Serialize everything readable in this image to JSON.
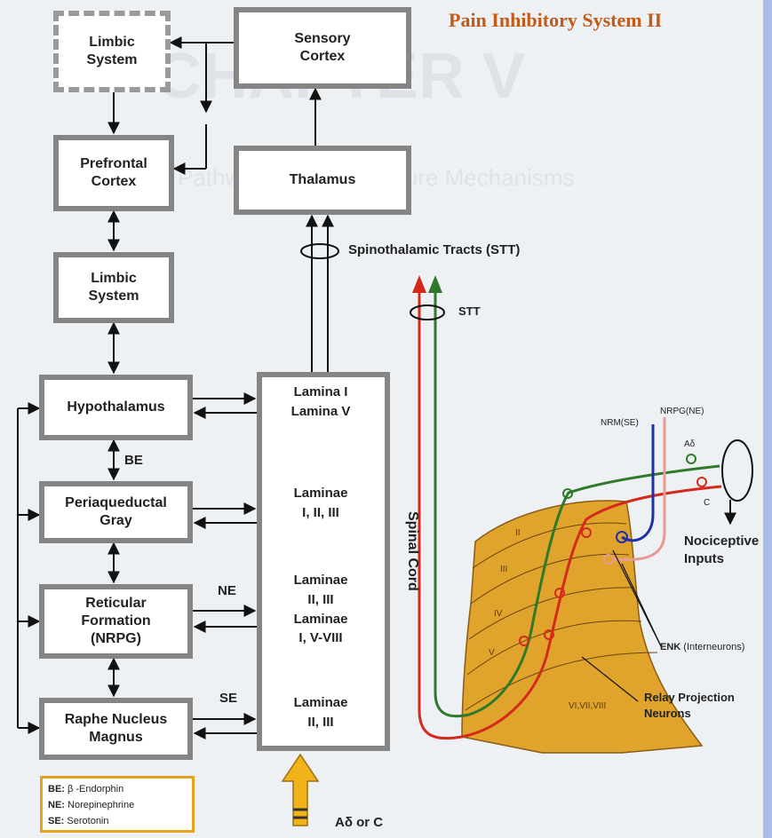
{
  "title": "Pain Inhibitory System II",
  "boxes": {
    "limbic_top": "Limbic\nSystem",
    "sensory_cortex": "Sensory\nCortex",
    "prefrontal": "Prefrontal\nCortex",
    "thalamus": "Thalamus",
    "limbic": "Limbic\nSystem",
    "hypothalamus": "Hypothalamus",
    "pag": "Periaqueductal\nGray",
    "reticular": "Reticular\nFormation\n(NRPG)",
    "raphe": "Raphe Nucleus\nMagnus"
  },
  "cord": {
    "label": "Spinal Cord",
    "lam1": "Lamina I\nLamina V",
    "lam2": "Laminae\nI, II, III",
    "lam3": "Laminae\nII, III\nLaminae\nI, V-VIII",
    "lam4": "Laminae\nII, III"
  },
  "labels": {
    "stt_long": "Spinothalamic Tracts (STT)",
    "stt": "STT",
    "be": "BE",
    "ne": "NE",
    "se": "SE",
    "input": "Aδ or C",
    "nrm": "NRM(SE)",
    "nrpg": "NRPG(NE)",
    "ad": "Aδ",
    "c": "C",
    "nociceptive": "Nociceptive\nInputs",
    "enk_bold": "ENK",
    "enk_rest": " (Interneurons)",
    "relay": "Relay Projection\nNeurons"
  },
  "laminae_roman": [
    "II",
    "III",
    "IV",
    "V",
    "VI,VII,VIII"
  ],
  "legend": [
    {
      "abbr": "BE:",
      "text": "β -Endorphin"
    },
    {
      "abbr": "NE:",
      "text": "Norepinephrine"
    },
    {
      "abbr": "SE:",
      "text": "Serotonin"
    }
  ],
  "background_watermark": [
    "CHAPTER V",
    "Pathways of Acupuncture Mechanisms"
  ],
  "colors": {
    "title": "#c35a18",
    "box_border": "#858585",
    "red": "#d42a1c",
    "green": "#2f7a2a",
    "blue": "#1f2fa8",
    "pink": "#e79a96",
    "section": "#e0a42c",
    "arrow_yellow": "#f2b21a"
  }
}
